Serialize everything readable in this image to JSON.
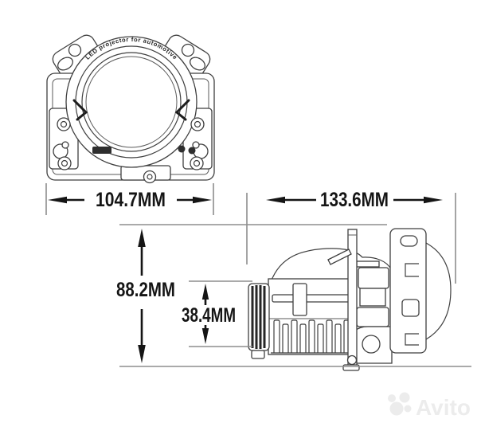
{
  "front_view": {
    "ring_text": "LED projector for automotive"
  },
  "dimensions": {
    "front_width": {
      "label": "104.7MM",
      "value_mm": 104.7
    },
    "side_length": {
      "label": "133.6MM",
      "value_mm": 133.6
    },
    "overall_height": {
      "label": "88.2MM",
      "value_mm": 88.2
    },
    "body_height": {
      "label": "38.4MM",
      "value_mm": 38.4
    }
  },
  "watermark": {
    "brand": "Avito"
  },
  "colors": {
    "background": "#ffffff",
    "drawing_line": "#3f3f3f",
    "extension_line": "#8e8e8e",
    "dimension_ink": "#151515",
    "watermark": "#ececec"
  }
}
